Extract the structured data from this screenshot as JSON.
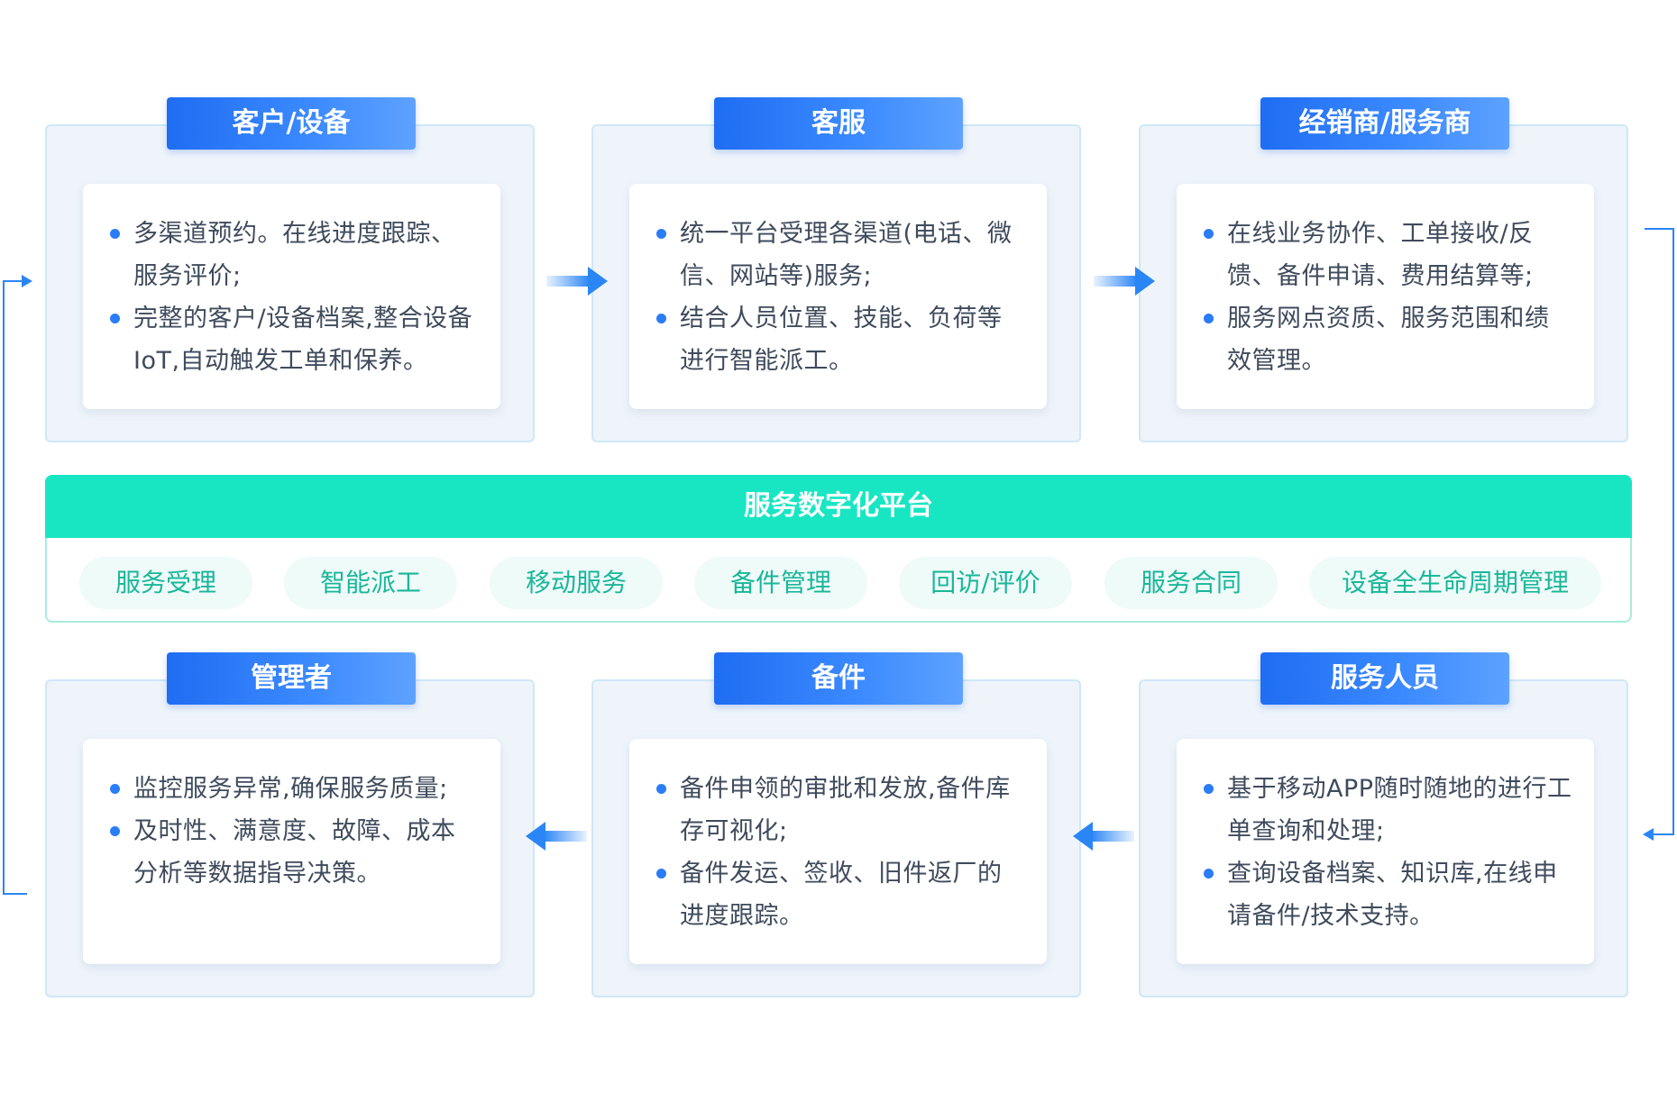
{
  "platform": {
    "title": "服务数字化平台",
    "modules": [
      "服务受理",
      "智能派工",
      "移动服务",
      "备件管理",
      "回访/评价",
      "服务合同",
      "设备全生命周期管理"
    ]
  },
  "cards": {
    "customer": {
      "title": "客户/设备",
      "bullets": [
        "多渠道预约。在线进度跟踪、服务评价;",
        "完整的客户/设备档案,整合设备IoT,自动触发工单和保养。"
      ]
    },
    "service_desk": {
      "title": "客服",
      "bullets": [
        "统一平台受理各渠道(电话、微信、网站等)服务;",
        "结合人员位置、技能、负荷等进行智能派工。"
      ]
    },
    "dealer": {
      "title": "经销商/服务商",
      "bullets": [
        "在线业务协作、工单接收/反馈、备件申请、费用结算等;",
        "服务网点资质、服务范围和绩效管理。"
      ]
    },
    "manager": {
      "title": "管理者",
      "bullets": [
        "监控服务异常,确保服务质量;",
        "及时性、满意度、故障、成本分析等数据指导决策。"
      ]
    },
    "parts": {
      "title": "备件",
      "bullets": [
        "备件申领的审批和发放,备件库存可视化;",
        "备件发运、签收、旧件返厂的进度跟踪。"
      ]
    },
    "technician": {
      "title": "服务人员",
      "bullets": [
        "基于移动APP随时随地的进行工单查询和处理;",
        "查询设备档案、知识库,在线申请备件/技术支持。"
      ]
    }
  },
  "colors": {
    "primary_blue": "#2a7cf7",
    "teal": "#18e6c3",
    "module_text": "#1bb69a",
    "card_bg": "#eef4fa"
  }
}
